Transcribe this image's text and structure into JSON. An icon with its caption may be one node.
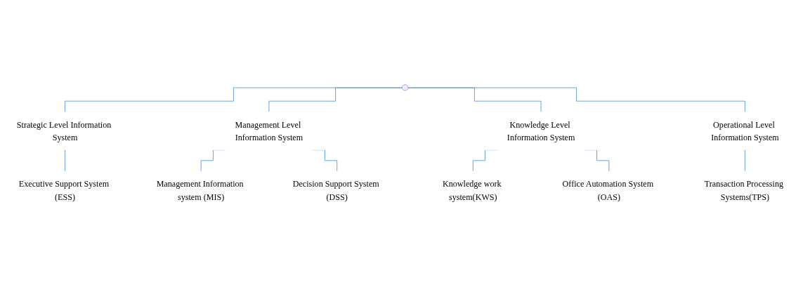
{
  "diagram": {
    "nodes": [
      {
        "text": [
          "Strategic Level Information System"
        ]
      },
      {
        "text": [
          "Management Level Information System"
        ]
      },
      {
        "text": [
          "Knowledge Level Information System"
        ]
      },
      {
        "text": [
          "Operational Level Information System"
        ]
      },
      {
        "text": [
          "Executive Support System (ESS)"
        ]
      },
      {
        "text": [
          "Management Information system (MIS)"
        ]
      },
      {
        "text": [
          "Decision Support System (DSS)"
        ]
      },
      {
        "text": [
          "Knowledge work system(KWS)"
        ]
      },
      {
        "text": [
          "Office Automation System (OAS)"
        ]
      },
      {
        "text": [
          "Transaction Processing Systems(TPS)"
        ]
      }
    ],
    "edges": [
      {
        "from": null,
        "to": 0,
        "arrow": "none"
      },
      {
        "from": null,
        "to": 1,
        "arrow": "none"
      },
      {
        "from": null,
        "to": 2,
        "arrow": "none"
      },
      {
        "from": null,
        "to": 3,
        "arrow": "none"
      },
      {
        "from": 0,
        "to": 4,
        "arrow": "none"
      },
      {
        "from": 1,
        "to": 5,
        "arrow": "none"
      },
      {
        "from": 1,
        "to": 6,
        "arrow": "none"
      },
      {
        "from": 2,
        "to": 7,
        "arrow": "none"
      },
      {
        "from": 2,
        "to": 8,
        "arrow": "none"
      },
      {
        "from": 3,
        "to": 9,
        "arrow": "none"
      }
    ]
  }
}
